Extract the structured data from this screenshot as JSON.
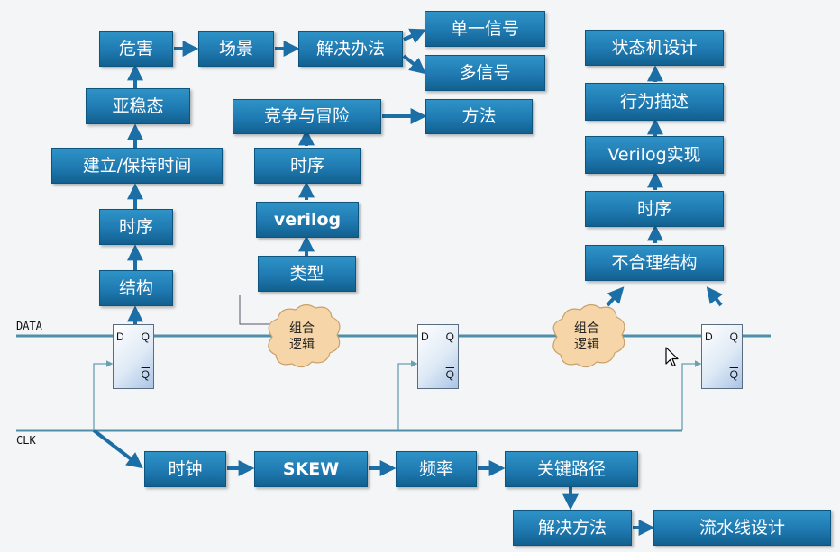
{
  "signals": {
    "data": "DATA",
    "clk": "CLK"
  },
  "ff": {
    "d": "D",
    "q": "Q",
    "qn": "Q"
  },
  "clouds": [
    {
      "label": "组合\n逻辑"
    },
    {
      "label": "组合\n逻辑"
    }
  ],
  "left": {
    "structure": "结构",
    "timing": "时序",
    "setup_hold": "建立/保持时间",
    "metastability": "亚稳态",
    "hazard": "危害",
    "scenario": "场景",
    "solution": "解决办法",
    "single_signal": "单一信号",
    "multi_signal": "多信号"
  },
  "middle": {
    "type": "类型",
    "verilog": "verilog",
    "timing": "时序",
    "race_hazard": "竞争与冒险",
    "method": "方法"
  },
  "right": {
    "improper_structure": "不合理结构",
    "timing": "时序",
    "verilog_impl": "Verilog实现",
    "behavior": "行为描述",
    "fsm": "状态机设计"
  },
  "bottom": {
    "clock": "时钟",
    "skew": "SKEW",
    "frequency": "频率",
    "critical_path": "关键路径",
    "solution": "解决方法",
    "pipeline": "流水线设计"
  },
  "colors": {
    "box": "#1f7ab2",
    "line": "#1c6fa6",
    "wire": "#6a9fb4"
  }
}
